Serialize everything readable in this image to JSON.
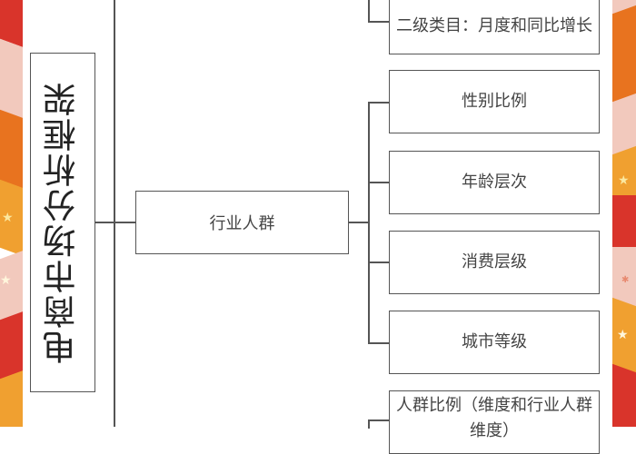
{
  "diagram": {
    "title": "电商市场分析框架",
    "middle_node": "行业人群",
    "top_partial_node": "二级类目：月度和同比增长",
    "children": [
      {
        "label": "性别比例"
      },
      {
        "label": "年龄层次"
      },
      {
        "label": "消费层级"
      },
      {
        "label": "城市等级"
      }
    ],
    "bottom_partial_node": "人群比例（维度和行业人群维度）"
  },
  "colors": {
    "red": "#d9342b",
    "orange": "#e8731f",
    "light_orange": "#f0a030",
    "pink": "#f2c9bd",
    "line": "#555555",
    "star": "#fbe8a0"
  }
}
